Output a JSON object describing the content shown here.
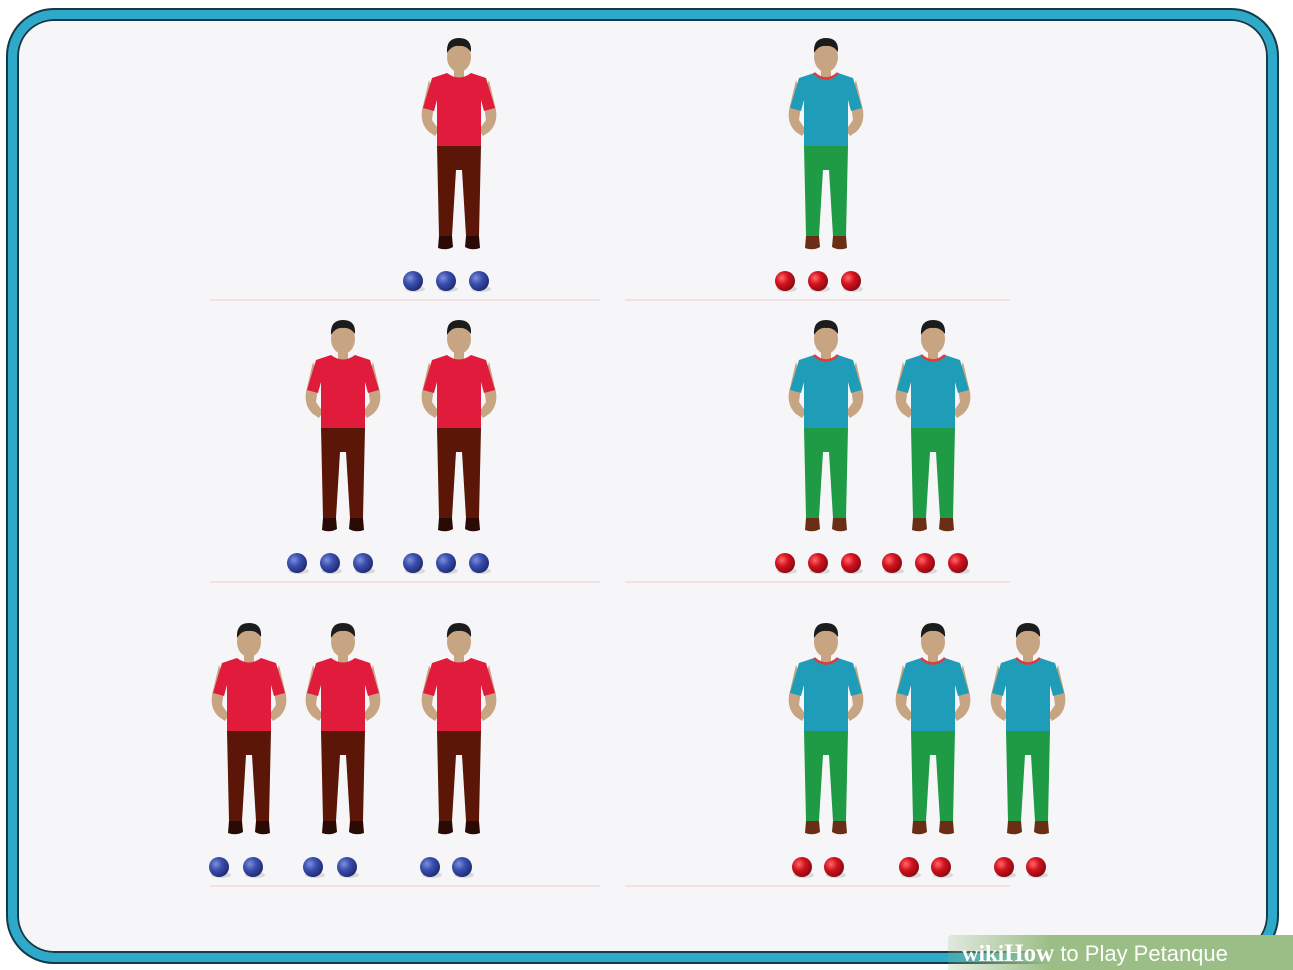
{
  "colors": {
    "frame_border": "#2ea9c9",
    "frame_outline": "#123a48",
    "background": "#f6f6f8",
    "team_a_shirt": "#e01b3b",
    "team_a_pants": "#5b1608",
    "team_a_balls": "#3a4fae",
    "team_b_shirt": "#1e9cb8",
    "team_b_pants": "#1f9a45",
    "team_b_balls": "#d4121f",
    "skin": "#c8a582",
    "hair": "#1c1c1c",
    "divider": "#f2d8dc"
  },
  "rows": [
    {
      "format": "singles",
      "players_per_team": 1,
      "balls_per_player": 3,
      "team_a": {
        "players": 1,
        "balls": [
          3
        ]
      },
      "team_b": {
        "players": 1,
        "balls": [
          3
        ]
      }
    },
    {
      "format": "doubles",
      "players_per_team": 2,
      "balls_per_player": 3,
      "team_a": {
        "players": 2,
        "balls": [
          3,
          3
        ]
      },
      "team_b": {
        "players": 2,
        "balls": [
          3,
          3
        ]
      }
    },
    {
      "format": "triples",
      "players_per_team": 3,
      "balls_per_player": 2,
      "team_a": {
        "players": 3,
        "balls": [
          2,
          2,
          2
        ]
      },
      "team_b": {
        "players": 3,
        "balls": [
          2,
          2,
          2
        ]
      }
    }
  ],
  "watermark": {
    "wiki": "wiki",
    "how": "How",
    "title": "to Play Petanque"
  }
}
